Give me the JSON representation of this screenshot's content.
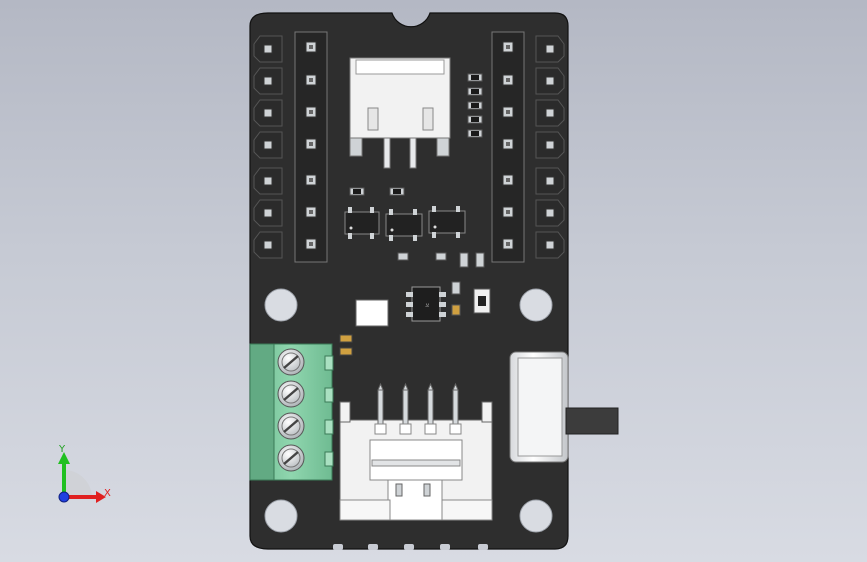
{
  "viewport": {
    "background_top": "#b4b8c4",
    "background_bottom": "#d8dbe3"
  },
  "colors": {
    "pcb": "#2e2e2e",
    "pcb_edge": "#1a1a1a",
    "terminal_block": "#7fc8a0",
    "connector_white": "#f2f2f2",
    "pin_silver": "#cfd3d6",
    "ic_body": "#222222",
    "drill_hole": "#d9dce2"
  },
  "components": {
    "left_header_label": "pin-header",
    "right_header_label": "pin-header",
    "ic_marking": "ic-chip",
    "terminal_screw_count": 4,
    "bottom_connector_pin_count": 4
  },
  "triad": {
    "x_label": "X",
    "y_label": "Y",
    "x_color": "#e02020",
    "y_color": "#20c020",
    "z_color": "#2040e0"
  }
}
